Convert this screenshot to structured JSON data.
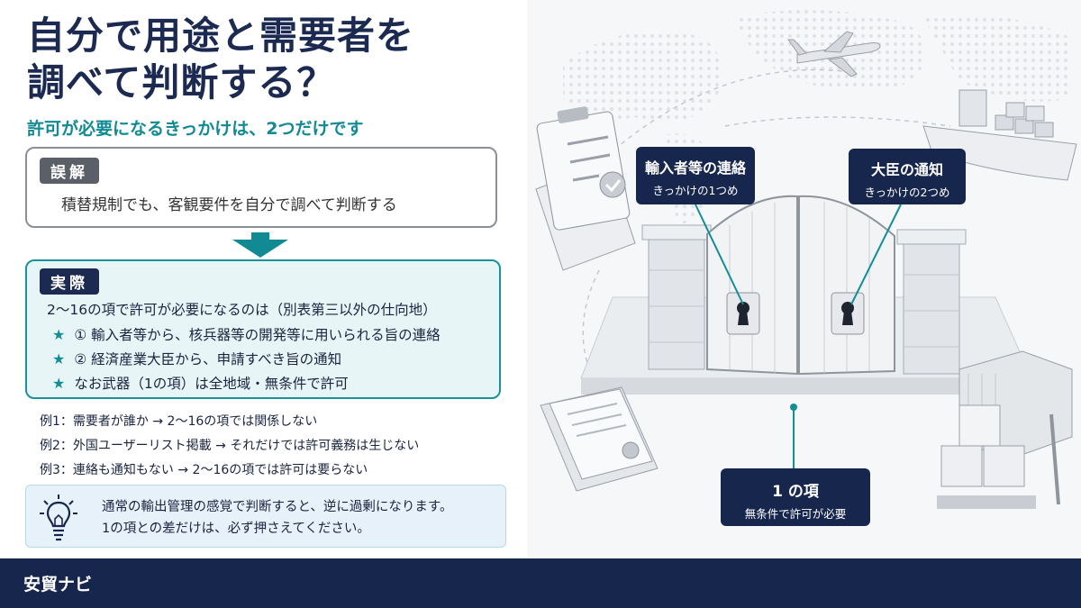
{
  "title_line1": "自分で用途と需要者を",
  "title_line2": "調べて判断する？",
  "subtitle": "許可が必要になるきっかけは、2つだけです",
  "wrong": {
    "tag": "誤解",
    "text": "積替規制でも、客観要件を自分で調べて判断する"
  },
  "real": {
    "tag": "実際",
    "head": "2〜16の項で許可が必要になるのは（別表第三以外の仕向地）",
    "items": [
      "①  輸入者等から、核兵器等の開発等に用いられる旨の連絡",
      "②  経済産業大臣から、申請すべき旨の通知",
      "なお武器（1の項）は全地域・無条件で許可"
    ]
  },
  "examples": [
    "例1：需要者が誰か → 2〜16の項では関係しない",
    "例2：外国ユーザーリスト掲載 → それだけでは許可義務は生じない",
    "例3：連絡も通知もない → 2〜16の項では許可は要らない"
  ],
  "tip": {
    "line1": "通常の輸出管理の感覚で判断すると、逆に過剰になります。",
    "line2": "1の項との差だけは、必ず押さえてください。"
  },
  "callouts": {
    "importer": {
      "title": "輸入者等の連絡",
      "sub": "きっかけの1つめ"
    },
    "minister": {
      "title": "大臣の通知",
      "sub": "きっかけの2つめ"
    },
    "item1": {
      "title": "1 の項",
      "sub": "無条件で許可が必要"
    }
  },
  "footer": "安貿ナビ",
  "colors": {
    "navy": "#17264d",
    "teal": "#128a93",
    "real_bg": "#e7f5f6",
    "tip_bg": "#e6f1f9"
  },
  "icons": [
    "down-arrow-icon",
    "star-icon",
    "lightbulb-icon",
    "keyhole-icon",
    "airplane-icon",
    "ship-icon",
    "clipboard-icon",
    "certificate-icon",
    "container-icon"
  ]
}
